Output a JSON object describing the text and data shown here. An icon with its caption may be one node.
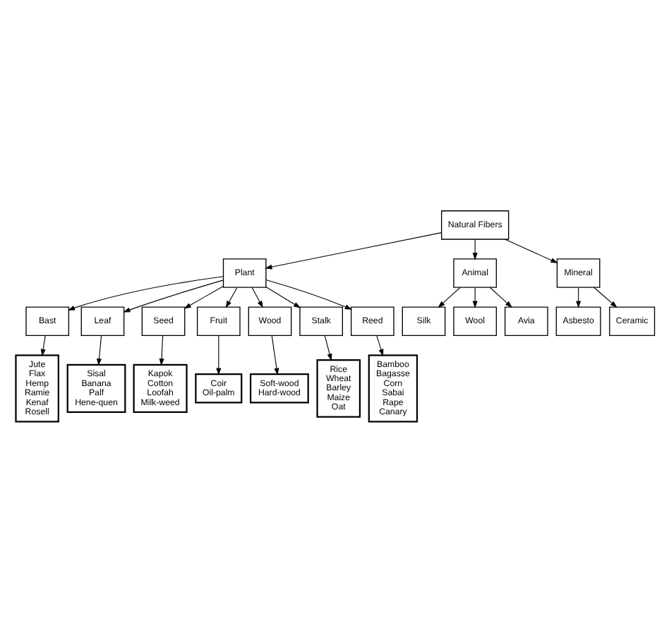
{
  "diagram": {
    "nodes": [
      {
        "text": [
          "Natural Fibers"
        ]
      },
      {
        "text": [
          "Plant"
        ]
      },
      {
        "text": [
          "Animal"
        ]
      },
      {
        "text": [
          "Mineral"
        ]
      },
      {
        "text": [
          "Silk"
        ]
      },
      {
        "text": [
          "Wool"
        ]
      },
      {
        "text": [
          "Avia"
        ]
      },
      {
        "text": [
          "Asbesto"
        ]
      },
      {
        "text": [
          "Ceramic"
        ]
      },
      {
        "text": [
          "Bast"
        ]
      },
      {
        "text": [
          "Leaf"
        ]
      },
      {
        "text": [
          "Seed"
        ]
      },
      {
        "text": [
          "Fruit"
        ]
      },
      {
        "text": [
          "Wood"
        ]
      },
      {
        "text": [
          "Stalk"
        ]
      },
      {
        "text": [
          "Reed"
        ]
      },
      {
        "text": [
          "Jute",
          "Flax",
          "Hemp",
          "Ramie",
          "Kenaf",
          "Rosell"
        ]
      },
      {
        "text": [
          "Sisal",
          "Banana",
          "Palf",
          "Hene-quen"
        ]
      },
      {
        "text": [
          "Kapok",
          "Cotton",
          "Loofah",
          "Milk-weed"
        ]
      },
      {
        "text": [
          "Coir",
          "Oil-palm"
        ]
      },
      {
        "text": [
          "Soft-wood",
          "Hard-wood"
        ]
      },
      {
        "text": [
          "Rice",
          "Wheat",
          "Barley",
          "Maize",
          "Oat"
        ]
      },
      {
        "text": [
          "Bamboo",
          "Bagasse",
          "Corn",
          "Sabai",
          "Rape",
          "Canary"
        ]
      }
    ],
    "edges": [
      {
        "from": 0,
        "to": 1,
        "arrow": "to"
      },
      {
        "from": 0,
        "to": 2,
        "arrow": "to"
      },
      {
        "from": 0,
        "to": 3,
        "arrow": "to"
      },
      {
        "from": 2,
        "to": 4,
        "arrow": "to"
      },
      {
        "from": 2,
        "to": 5,
        "arrow": "to"
      },
      {
        "from": 2,
        "to": 6,
        "arrow": "to"
      },
      {
        "from": 3,
        "to": 7,
        "arrow": "to"
      },
      {
        "from": 3,
        "to": 8,
        "arrow": "to"
      },
      {
        "from": 1,
        "to": 9,
        "arrow": "to"
      },
      {
        "from": 1,
        "to": 10,
        "arrow": "to"
      },
      {
        "from": 1,
        "to": 11,
        "arrow": "to"
      },
      {
        "from": 1,
        "to": 12,
        "arrow": "to"
      },
      {
        "from": 1,
        "to": 13,
        "arrow": "to"
      },
      {
        "from": 1,
        "to": 14,
        "arrow": "to"
      },
      {
        "from": 1,
        "to": 15,
        "arrow": "to"
      },
      {
        "from": 9,
        "to": 16,
        "arrow": "to"
      },
      {
        "from": 10,
        "to": 17,
        "arrow": "to"
      },
      {
        "from": 11,
        "to": 18,
        "arrow": "to"
      },
      {
        "from": 12,
        "to": 19,
        "arrow": "to"
      },
      {
        "from": 13,
        "to": 20,
        "arrow": "to"
      },
      {
        "from": 14,
        "to": 21,
        "arrow": "to"
      },
      {
        "from": 15,
        "to": 22,
        "arrow": "to"
      }
    ]
  }
}
